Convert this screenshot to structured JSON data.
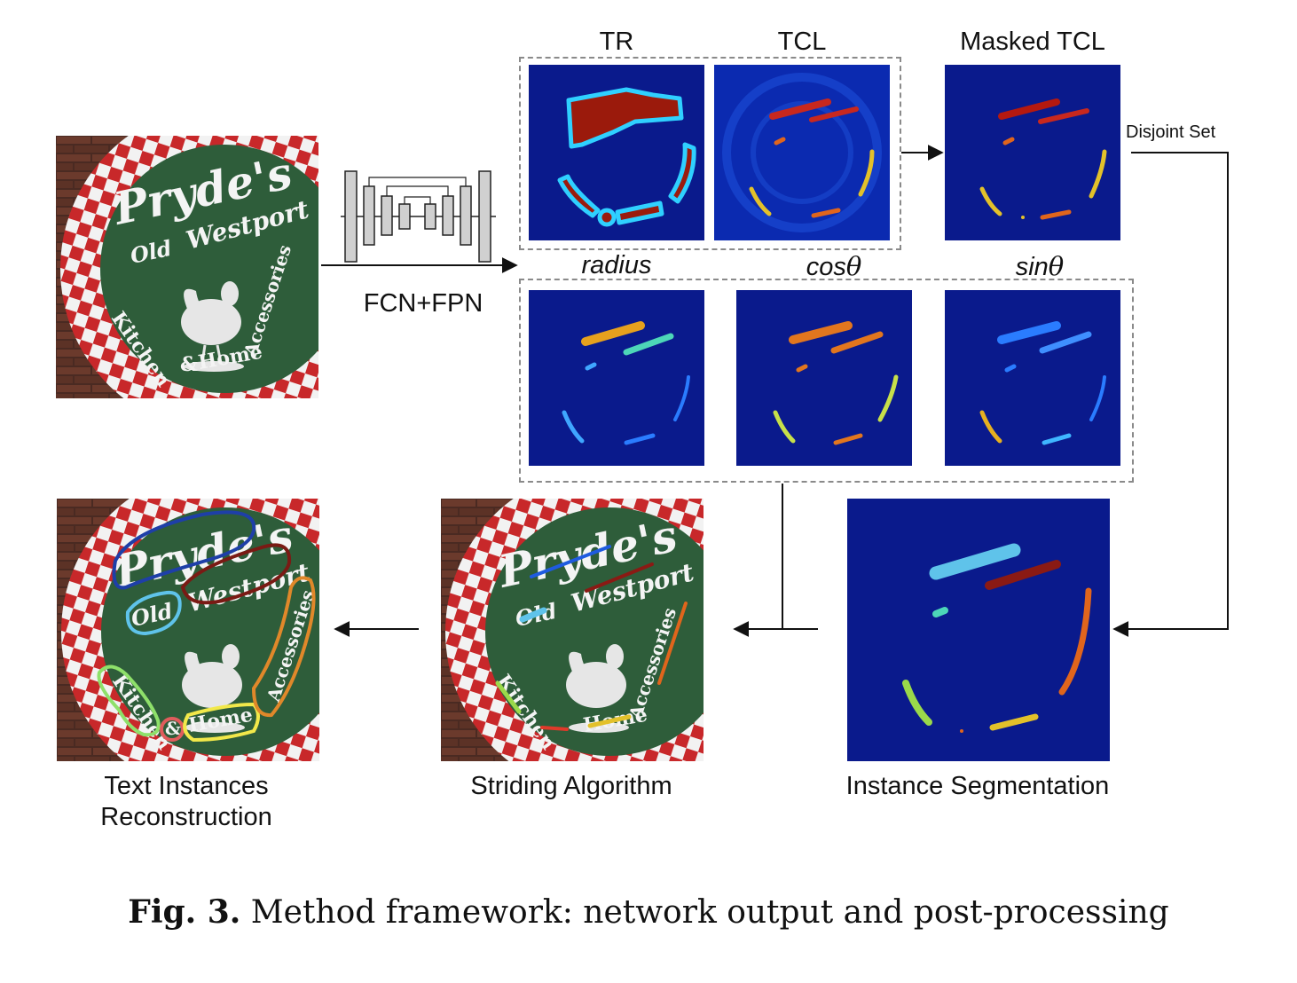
{
  "labels": {
    "tr": "TR",
    "tcl": "TCL",
    "masked_tcl": "Masked TCL",
    "radius": "radius",
    "cos_prefix": "cos",
    "sin_prefix": "sin",
    "theta": "θ",
    "disjoint_set": "Disjoint Set",
    "fcn_fpn": "FCN+FPN",
    "instance_segmentation": "Instance Segmentation",
    "striding_algorithm": "Striding Algorithm",
    "text_instances_line1": "Text Instances",
    "text_instances_line2": "Reconstruction"
  },
  "sign": {
    "line1": "Pryde's",
    "line2_a": "Old",
    "line2_b": "Westport",
    "line3_a": "Kitchen",
    "line3_amp": "&",
    "line3_b": "Home",
    "line3_c": "Accessories"
  },
  "caption": {
    "bold": "Fig. 3.",
    "text": "Method framework: network output and post-processing"
  },
  "colors": {
    "heatmap_bg": "#0a1a8c",
    "sign_green": "#2e5d3a",
    "checker_red": "#c8282a",
    "instance_cyan": "#5fc3ea",
    "instance_darkred": "#8a1a14",
    "instance_orange": "#e0651c",
    "instance_yellow": "#e3c12a",
    "instance_green": "#9ad94a"
  }
}
